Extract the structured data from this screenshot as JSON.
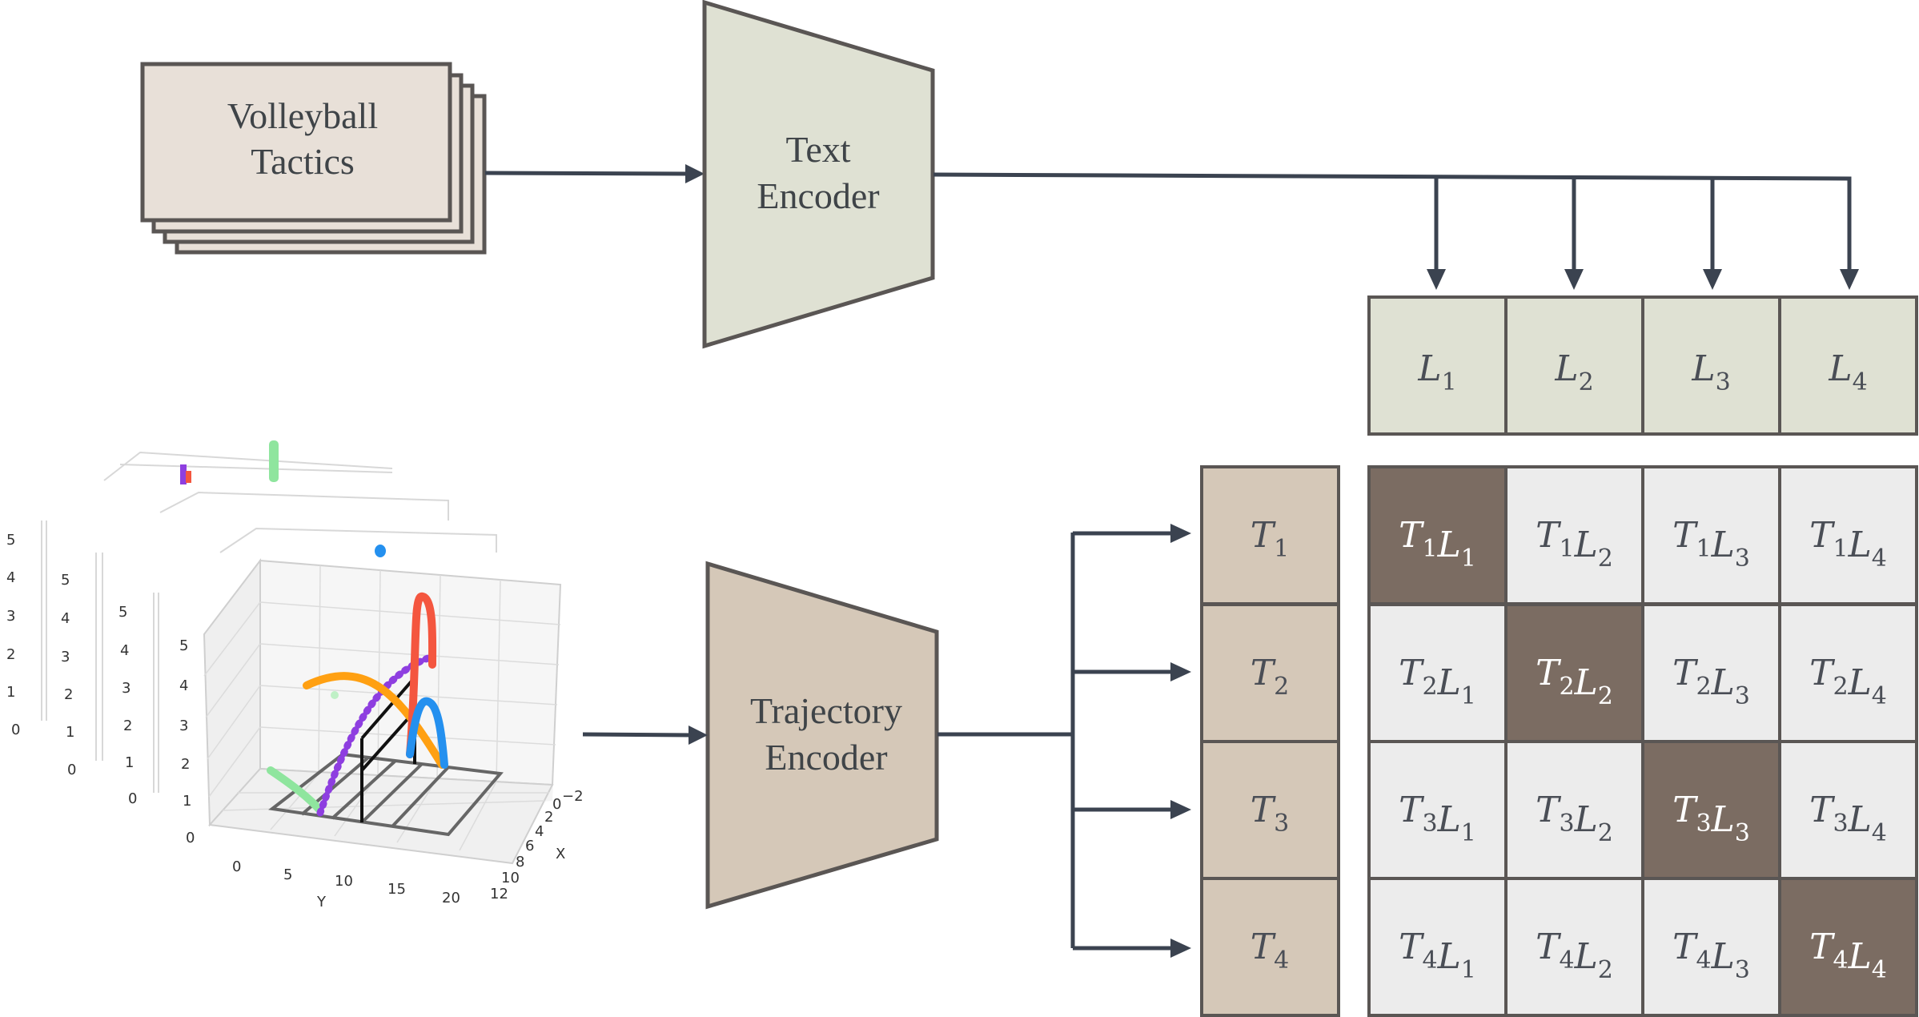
{
  "tactics_label": [
    "Volleyball",
    "Tactics"
  ],
  "text_encoder_label": [
    "Text",
    "Encoder"
  ],
  "trajectory_encoder_label": [
    "Trajectory",
    "Encoder"
  ],
  "text_embeddings": [
    {
      "base": "L",
      "sub": "1"
    },
    {
      "base": "L",
      "sub": "2"
    },
    {
      "base": "L",
      "sub": "3"
    },
    {
      "base": "L",
      "sub": "4"
    }
  ],
  "trajectory_embeddings": [
    {
      "base": "T",
      "sub": "1"
    },
    {
      "base": "T",
      "sub": "2"
    },
    {
      "base": "T",
      "sub": "3"
    },
    {
      "base": "T",
      "sub": "4"
    }
  ],
  "plot": {
    "z_ticks": [
      "0",
      "1",
      "2",
      "3",
      "4",
      "5"
    ],
    "y_ticks": [
      "0",
      "5",
      "10",
      "15",
      "20"
    ],
    "x_ticks": [
      "12",
      "10",
      "8",
      "6",
      "4",
      "2",
      "0",
      "−2"
    ],
    "x_label": "X",
    "y_label": "Y"
  },
  "colors": {
    "stroke": "#5a5654",
    "arrow": "#3b4350",
    "tactics_fill": "#e8e0d8",
    "text_encoder_fill": "#dfe1d3",
    "trajectory_encoder_fill": "#d5c8b8",
    "diag_fill": "#7b6c62",
    "cell_fill": "#ececec",
    "red": "#f4563f",
    "orange": "#ffa012",
    "purple": "#8e3fe0",
    "blue": "#2490ef",
    "green": "#8fe59e"
  }
}
